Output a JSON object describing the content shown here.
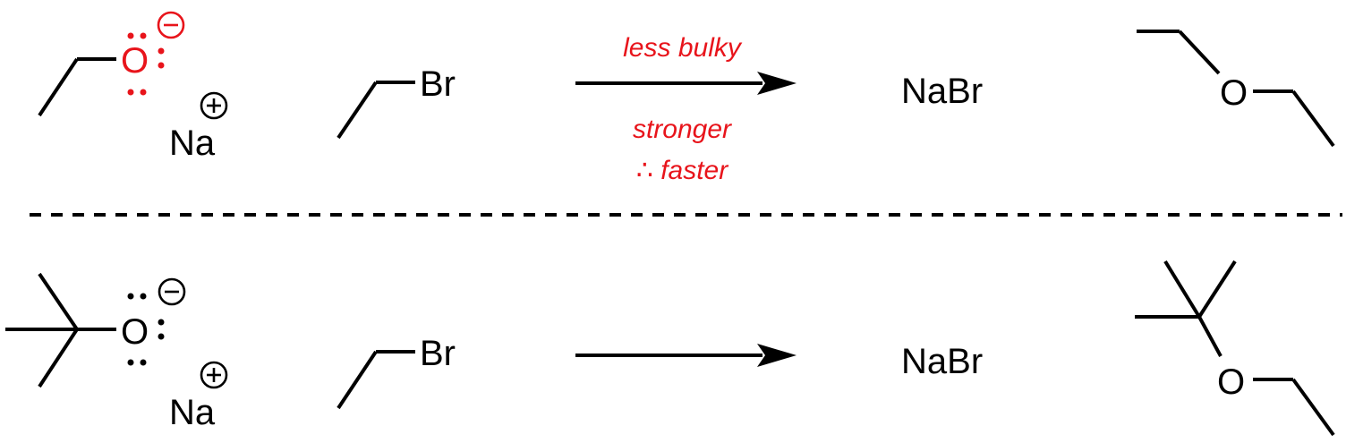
{
  "colors": {
    "highlight": "#e8141b",
    "ink": "#000000",
    "background": "#ffffff"
  },
  "reaction_top": {
    "alkoxide": {
      "oxygen": "O",
      "counterion": "Na",
      "charge_oxygen": "minus",
      "charge_counterion": "plus"
    },
    "alkyl_halide": {
      "halogen": "Br"
    },
    "conditions": {
      "above_arrow": "less bulky",
      "below_line1": "stronger",
      "below_line2": "∴ faster"
    },
    "salt_product": "NaBr",
    "ether_product": {
      "oxygen": "O"
    }
  },
  "reaction_bottom": {
    "alkoxide": {
      "oxygen": "O",
      "counterion": "Na",
      "charge_oxygen": "minus",
      "charge_counterion": "plus"
    },
    "alkyl_halide": {
      "halogen": "Br"
    },
    "salt_product": "NaBr",
    "ether_product": {
      "oxygen": "O"
    }
  }
}
